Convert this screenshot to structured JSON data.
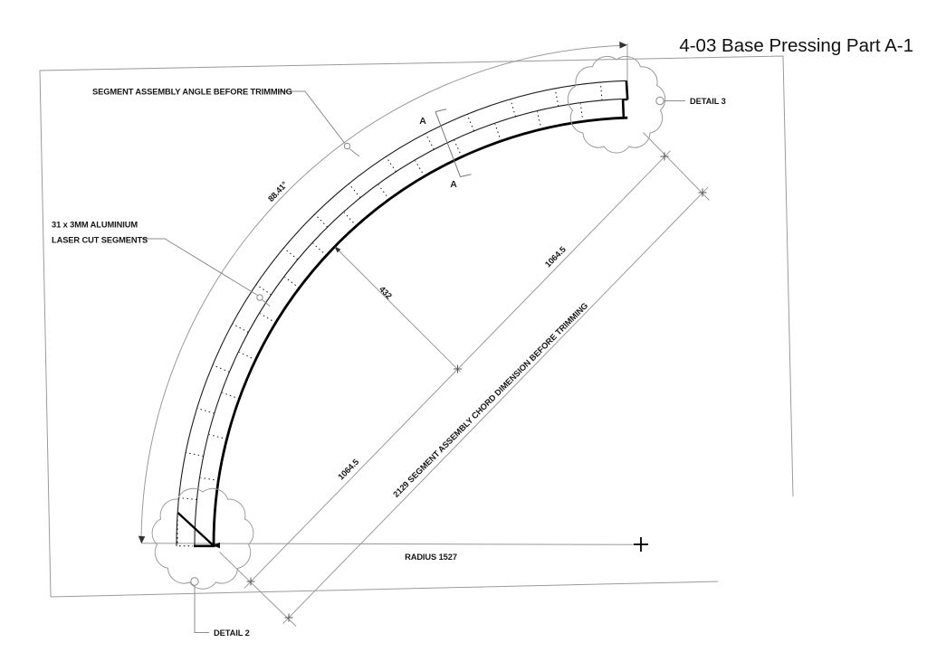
{
  "title": "4-03 Base Pressing Part A-1",
  "annotations": {
    "assembly_angle_note": "SEGMENT ASSEMBLY ANGLE BEFORE TRIMMING",
    "segments_note_line1": "31 x 3MM ALUMINIUM",
    "segments_note_line2": "LASER CUT SEGMENTS",
    "detail_3": "DETAIL 3",
    "detail_2": "DETAIL 2"
  },
  "dimensions": {
    "assembly_angle": "88.41°",
    "sagitta": "432",
    "half_chord_upper": "1064.5",
    "half_chord_lower": "1064.5",
    "total_chord_note": "2129 SEGMENT ASSEMBLY CHORD DIMENSION BEFORE TRIMMING",
    "radius_note": "RADIUS 1527"
  },
  "section": {
    "marker_top": "A",
    "marker_bottom": "A"
  }
}
